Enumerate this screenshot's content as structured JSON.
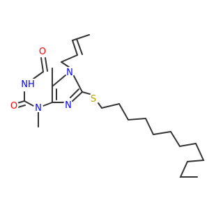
{
  "structure": {
    "atoms": {
      "O6": {
        "symbol": "O",
        "label": "O",
        "color": "#ff0000"
      },
      "N1": {
        "symbol": "N",
        "label": "NH",
        "color": "#0000ff",
        "H": "H"
      },
      "O2": {
        "symbol": "O",
        "label": "O",
        "color": "#ff0000"
      },
      "N3": {
        "symbol": "N",
        "label": "N",
        "color": "#0000ff"
      },
      "N7": {
        "symbol": "N",
        "label": "N",
        "color": "#0000ff"
      },
      "N9": {
        "symbol": "N",
        "label": "N",
        "color": "#0000ff"
      },
      "S": {
        "symbol": "S",
        "label": "S",
        "color": "#b2a400"
      }
    },
    "bond_color": "#333333",
    "background": "#ffffff"
  }
}
